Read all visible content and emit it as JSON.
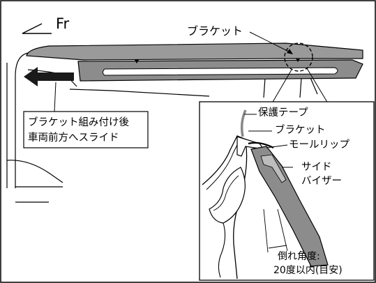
{
  "direction_label": "Fr",
  "labels": {
    "bracket_top": "ブラケット",
    "slide_note_line1": "ブラケット組み付け後",
    "slide_note_line2": "車両前方へスライド",
    "protective_tape": "保護テープ",
    "bracket_detail": "ブラケット",
    "molding_lip": "モールリップ",
    "side_visor_line1": "サイド",
    "side_visor_line2": "バイザー",
    "tilt_angle_line1": "倒れ角度:",
    "tilt_angle_line2": "20度以内(目安)"
  },
  "colors": {
    "visor_gray": "#8c8c8c",
    "roof_gray": "#9a9a9a",
    "arrow_black": "#1a1a1a"
  }
}
